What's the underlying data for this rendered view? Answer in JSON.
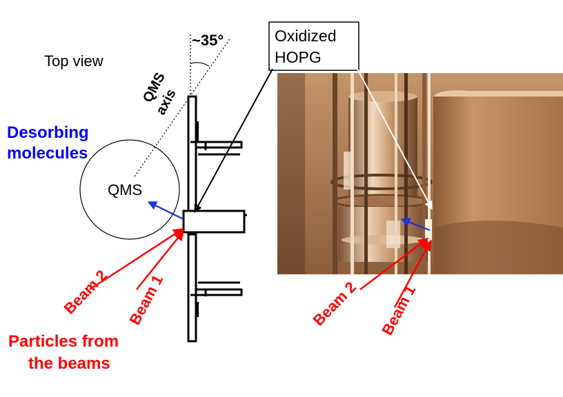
{
  "labels": {
    "top_view": "Top view",
    "angle": "~35°",
    "qms_axis_line1": "QMS",
    "qms_axis_line2": "axis",
    "desorbing_line1": "Desorbing",
    "desorbing_line2": "molecules",
    "qms": "QMS",
    "callout_line1": "Oxidized",
    "callout_line2": "HOPG",
    "beam2_left": "Beam 2",
    "beam1_left": "Beam 1",
    "beam2_right": "Beam 2",
    "beam1_right": "Beam 1",
    "particles_line1": "Particles from",
    "particles_line2": "the beams"
  },
  "colors": {
    "beam": "#ff0000",
    "desorbing": "#0000ff",
    "desorb_arrow": "#1a33d6",
    "outline": "#000000",
    "photo_bg": "#b07e55",
    "callout_pointer_photo": "#ffffff"
  }
}
